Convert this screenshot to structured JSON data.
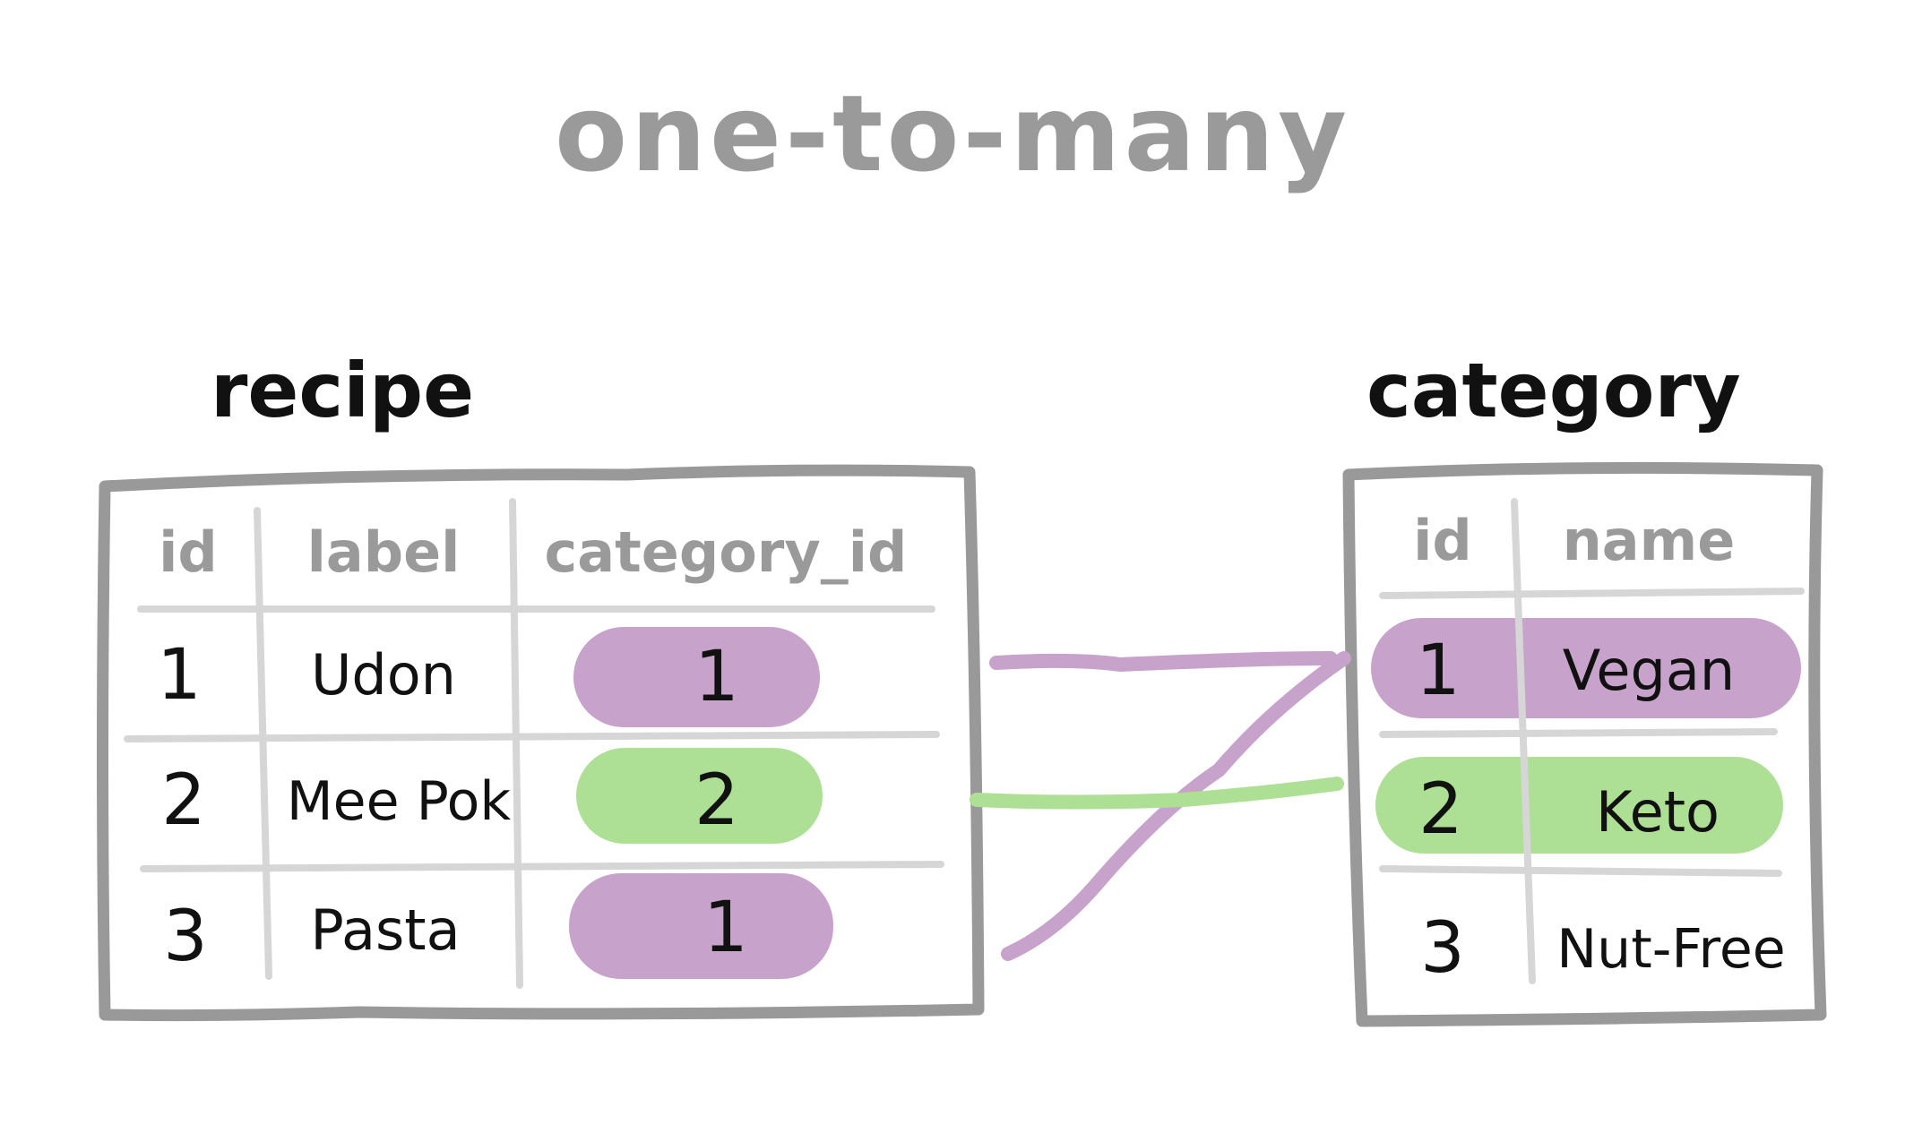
{
  "title": "one-to-many",
  "colors": {
    "ink": "#111111",
    "gray_text": "#9a9a9a",
    "border": "#999999",
    "grid": "#d6d6d6",
    "purple": "#c7a2cb",
    "green": "#addf94"
  },
  "recipe": {
    "name": "recipe",
    "columns": [
      "id",
      "label",
      "category_id"
    ],
    "rows": [
      {
        "id": "1",
        "label": "Udon",
        "category_id": "1",
        "color": "purple"
      },
      {
        "id": "2",
        "label": "Mee Pok",
        "category_id": "2",
        "color": "green"
      },
      {
        "id": "3",
        "label": "Pasta",
        "category_id": "1",
        "color": "purple"
      }
    ]
  },
  "category": {
    "name": "category",
    "columns": [
      "id",
      "name"
    ],
    "rows": [
      {
        "id": "1",
        "name": "Vegan",
        "color": "purple"
      },
      {
        "id": "2",
        "name": "Keto",
        "color": "green"
      },
      {
        "id": "3",
        "name": "Nut-Free",
        "color": null
      }
    ]
  },
  "links": [
    {
      "from_row": 0,
      "to_row": 0,
      "color": "purple"
    },
    {
      "from_row": 1,
      "to_row": 1,
      "color": "green"
    },
    {
      "from_row": 2,
      "to_row": 0,
      "color": "purple"
    }
  ]
}
